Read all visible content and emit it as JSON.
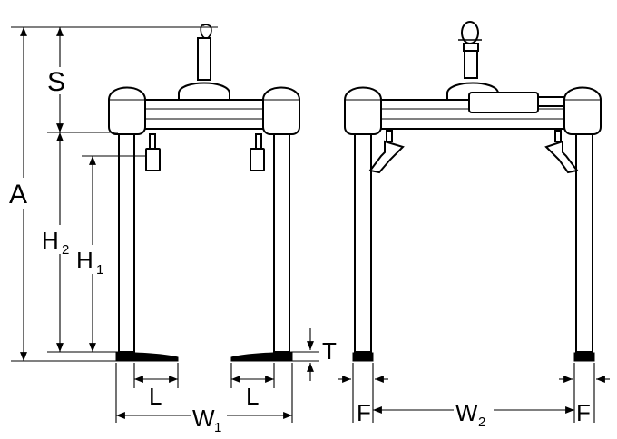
{
  "labels": {
    "S": "S",
    "A": "A",
    "H2_main": "H",
    "H2_sub": "2",
    "H1_main": "H",
    "H1_sub": "1",
    "L_left": "L",
    "L_right": "L",
    "T": "T",
    "W1_main": "W",
    "W1_sub": "1",
    "F_left": "F",
    "F_right": "F",
    "W2_main": "W",
    "W2_sub": "2"
  },
  "colors": {
    "line": "#000000",
    "background": "#ffffff"
  }
}
